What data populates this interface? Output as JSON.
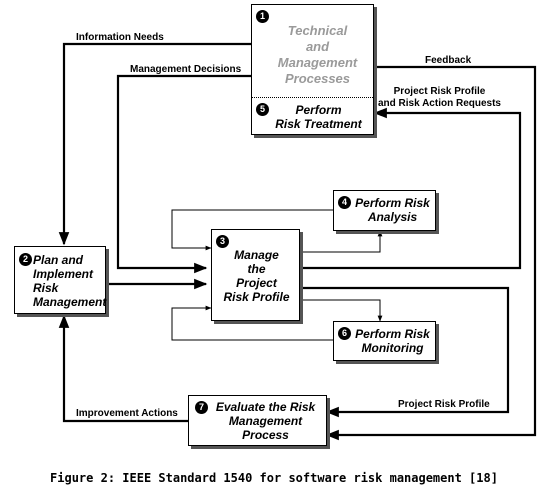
{
  "boxes": {
    "b1": {
      "num": "1",
      "line1": "Technical",
      "line2": "and",
      "line3": "Management",
      "line4": "Processes"
    },
    "b5": {
      "num": "5",
      "line1": "Perform",
      "line2": "Risk Treatment"
    },
    "b2": {
      "num": "2",
      "line1": "Plan and",
      "line2": "Implement",
      "line3": "Risk",
      "line4": "Management"
    },
    "b3": {
      "num": "3",
      "line1": "Manage",
      "line2": "the",
      "line3": "Project",
      "line4": "Risk Profile"
    },
    "b4": {
      "num": "4",
      "line1": "Perform Risk",
      "line2": "Analysis"
    },
    "b6": {
      "num": "6",
      "line1": "Perform Risk",
      "line2": "Monitoring"
    },
    "b7": {
      "num": "7",
      "line1": "Evaluate the Risk",
      "line2": "Management",
      "line3": "Process"
    }
  },
  "labels": {
    "information_needs": "Information Needs",
    "management_decisions": "Management Decisions",
    "feedback": "Feedback",
    "rp_line1": "Project Risk Profile",
    "rp_line2": "and Risk Action Requests",
    "project_risk_profile": "Project Risk Profile",
    "improvement_actions": "Improvement Actions"
  },
  "caption": "Figure 2:  IEEE Standard 1540 for software risk management [18]"
}
